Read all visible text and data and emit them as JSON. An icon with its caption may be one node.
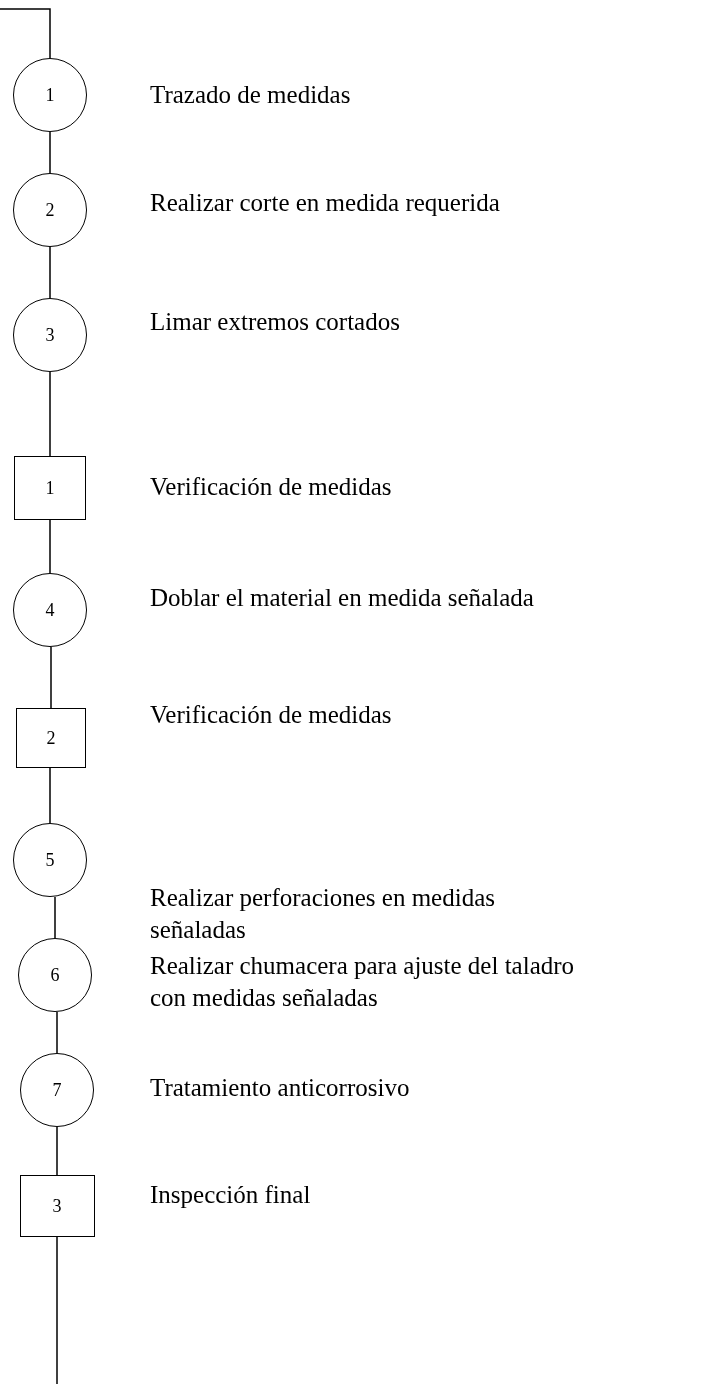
{
  "diagram": {
    "nodes": [
      {
        "text": [
          "1"
        ],
        "beside": [
          "Trazado de medidas"
        ]
      },
      {
        "text": [
          "2"
        ],
        "beside": [
          "Realizar corte en medida requerida"
        ]
      },
      {
        "text": [
          "3"
        ],
        "beside": [
          "Limar extremos cortados"
        ]
      },
      {
        "text": [
          "1"
        ],
        "beside": [
          "Verificación de medidas"
        ]
      },
      {
        "text": [
          "4"
        ],
        "beside": [
          "Doblar el material en medida señalada"
        ]
      },
      {
        "text": [
          "2"
        ],
        "beside": [
          "Verificación de medidas"
        ]
      },
      {
        "text": [
          "5"
        ],
        "beside": [
          "Realizar perforaciones en medidas señaladas"
        ]
      },
      {
        "text": [
          "6"
        ],
        "beside": [
          "Realizar chumacera para ajuste del taladro con medidas señaladas"
        ]
      },
      {
        "text": [
          "7"
        ],
        "beside": [
          "Tratamiento anticorrosivo"
        ]
      },
      {
        "text": [
          "3"
        ],
        "beside": [
          "Inspección final"
        ]
      }
    ],
    "edges": [
      {
        "from": null,
        "to": 0,
        "arrow": "none"
      },
      {
        "from": 0,
        "to": 1,
        "arrow": "none"
      },
      {
        "from": 1,
        "to": 2,
        "arrow": "none"
      },
      {
        "from": 2,
        "to": 3,
        "arrow": "none"
      },
      {
        "from": 3,
        "to": 4,
        "arrow": "none"
      },
      {
        "from": 4,
        "to": 5,
        "arrow": "none"
      },
      {
        "from": 5,
        "to": 6,
        "arrow": "none"
      },
      {
        "from": 6,
        "to": 7,
        "arrow": "none"
      },
      {
        "from": 7,
        "to": 8,
        "arrow": "none"
      },
      {
        "from": 8,
        "to": 9,
        "arrow": "none"
      },
      {
        "from": 9,
        "to": null,
        "arrow": "none"
      }
    ]
  }
}
